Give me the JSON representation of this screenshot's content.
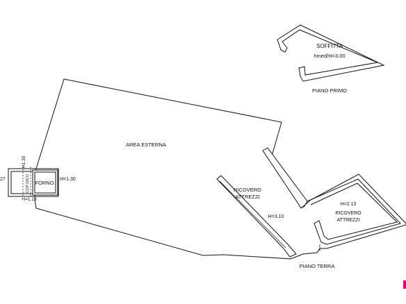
{
  "plan": {
    "upper_floor": {
      "room_name": "SOFFITTA",
      "height_note": "hmed/H=3.00",
      "floor_caption": "PIANO PRIMO"
    },
    "ground_floor": {
      "outdoor_area": "AREA ESTERNA",
      "shed_left_line1": "RICOVERO",
      "shed_left_line2": "ATTREZZI",
      "shed_left_height": "H=3.10",
      "shed_right_height": "H=2.13",
      "shed_right_line1": "RICOVERO",
      "shed_right_line2": "ATTREZZI",
      "oven_name": "FORNO",
      "oven_height": "H=1.30",
      "oven_left_height": "H=1.19",
      "oven_vertical_height": "H1.30",
      "oven_cover_vertical": "COP.10CO",
      "edge_fragment": "27",
      "floor_caption": "PIANO TERRA"
    },
    "accent_color": "#e6007e"
  }
}
